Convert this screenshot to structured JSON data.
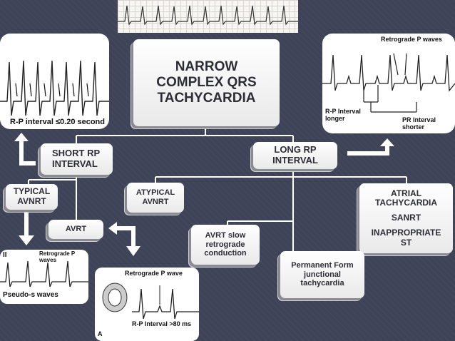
{
  "nodes": {
    "root": "NARROW COMPLEX QRS TACHYCARDIA",
    "short_rp": "SHORT RP INTERVAL",
    "long_rp": "LONG RP INTERVAL",
    "typical_avnrt": "TYPICAL AVNRT",
    "avrt": "AVRT",
    "atypical_avnrt": "ATYPICAL AVNRT",
    "atrial_tachy": "ATRIAL TACHYCARDIA",
    "sanrt": "SANRT",
    "inappropriate_st": "INAPPROPRIATE ST",
    "avrt_slow": "AVRT slow retrograde conduction",
    "pjrt": "Permanent Form junctional tachycardia"
  },
  "ecg_labels": {
    "rp_short": "R-P interval ≤0.20 second",
    "retro_top": "Retrograde P waves",
    "rp_longer": "R-P Interval longer",
    "pr_shorter": "PR Interval shorter",
    "lead_ii": "II",
    "retro_p": "Retrograde P waves",
    "pseudo_s": "Pseudo-s waves",
    "retro_p_wave": "Retrograde P wave",
    "rp_80": "R-P Interval >80 ms",
    "panel_a": "A"
  },
  "colors": {
    "background": "#3e4357",
    "node": "#ffffff",
    "connector": "#ffffff"
  }
}
